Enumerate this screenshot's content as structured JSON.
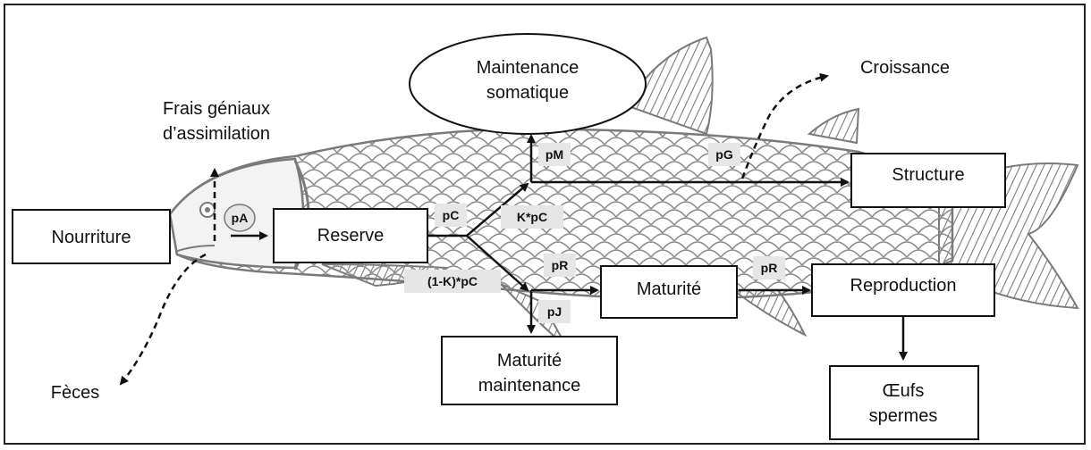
{
  "boxes": {
    "nourriture": "Nourriture",
    "reserve": "Reserve",
    "structure": "Structure",
    "maturite": "Maturité",
    "reproduction": "Reproduction",
    "maturite_maintenance": [
      "Maturité",
      "maintenance"
    ],
    "oeufs": [
      "Œufs",
      "spermes"
    ]
  },
  "ellipse": [
    "Maintenance",
    "somatique"
  ],
  "free_text": {
    "croissance": "Croissance",
    "frais": [
      "Frais géniaux",
      "d’assimilation"
    ],
    "feces": "Fèces"
  },
  "flux": {
    "pA": "pA",
    "pC": "pC",
    "pM": "pM",
    "pG": "pG",
    "kpc": "K*pC",
    "pR_top": "pR",
    "kpc2": "(1-K)*pC",
    "pJ": "pJ",
    "pR_right": "pR"
  }
}
